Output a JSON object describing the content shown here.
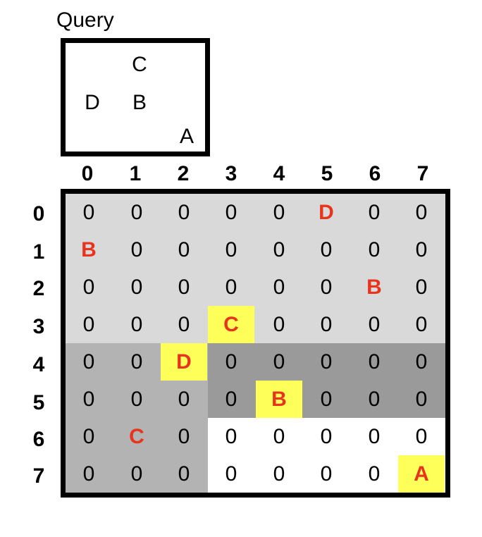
{
  "query": {
    "title": "Query",
    "cells": [
      {
        "label": "C",
        "col": 1,
        "row": 0
      },
      {
        "label": "D",
        "col": 0,
        "row": 1
      },
      {
        "label": "B",
        "col": 1,
        "row": 1
      },
      {
        "label": "A",
        "col": 2,
        "row": 2
      }
    ]
  },
  "colors": {
    "light_gray": "#d9d9d9",
    "dark_gray": "#9a9a9a",
    "mid_gray": "#b3b3b3",
    "highlight_yellow": "#ffff5a",
    "highlight_text": "#e8341c"
  },
  "grid": {
    "col_headers": [
      "0",
      "1",
      "2",
      "3",
      "4",
      "5",
      "6",
      "7"
    ],
    "row_headers": [
      "0",
      "1",
      "2",
      "3",
      "4",
      "5",
      "6",
      "7"
    ],
    "rows": [
      [
        "0",
        "0",
        "0",
        "0",
        "0",
        "D",
        "0",
        "0"
      ],
      [
        "B",
        "0",
        "0",
        "0",
        "0",
        "0",
        "0",
        "0"
      ],
      [
        "0",
        "0",
        "0",
        "0",
        "0",
        "0",
        "B",
        "0"
      ],
      [
        "0",
        "0",
        "0",
        "C",
        "0",
        "0",
        "0",
        "0"
      ],
      [
        "0",
        "0",
        "D",
        "0",
        "0",
        "0",
        "0",
        "0"
      ],
      [
        "0",
        "0",
        "0",
        "0",
        "B",
        "0",
        "0",
        "0"
      ],
      [
        "0",
        "C",
        "0",
        "0",
        "0",
        "0",
        "0",
        "0"
      ],
      [
        "0",
        "0",
        "0",
        "0",
        "0",
        "0",
        "0",
        "A"
      ]
    ],
    "yellow_cells": [
      [
        3,
        3
      ],
      [
        4,
        2
      ],
      [
        5,
        4
      ],
      [
        7,
        7
      ]
    ]
  }
}
